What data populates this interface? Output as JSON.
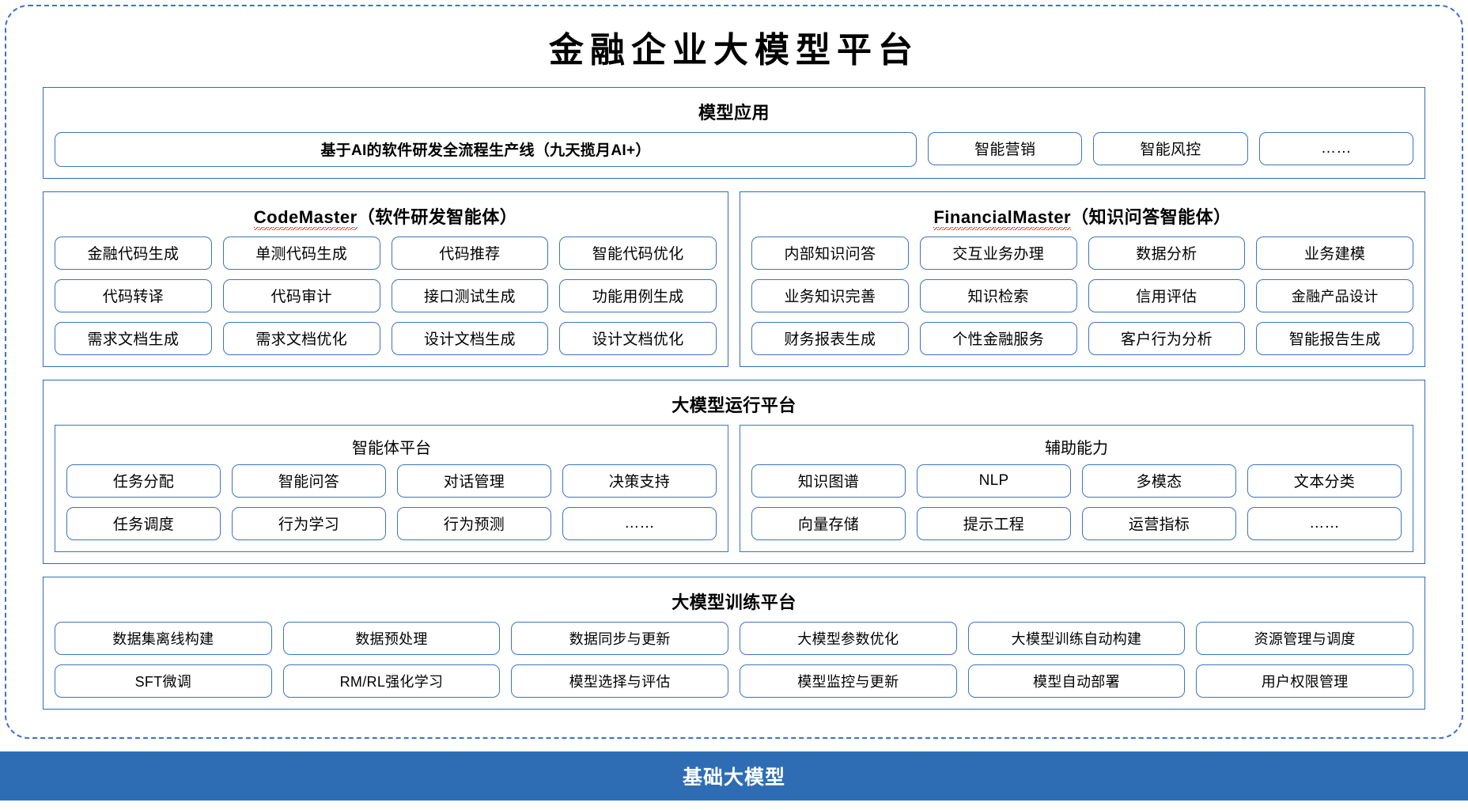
{
  "title": "金融企业大模型平台",
  "colors": {
    "frame_border": "#3b6fd4",
    "panel_border": "#2e6db4",
    "pill_border": "#3b74c4",
    "base_band": "#2e6db4",
    "spellcheck_underline": "#e02020",
    "text": "#000000",
    "base_band_text": "#ffffff"
  },
  "model_application": {
    "title": "模型应用",
    "banner": "基于AI的软件研发全流程生产线（九天揽月AI+）",
    "items": [
      "智能营销",
      "智能风控",
      "……"
    ]
  },
  "agents": [
    {
      "name": "CodeMaster",
      "suffix": "（软件研发智能体）",
      "spellcheck_underlined": true,
      "rows": [
        [
          "金融代码生成",
          "单测代码生成",
          "代码推荐",
          "智能代码优化"
        ],
        [
          "代码转译",
          "代码审计",
          "接口测试生成",
          "功能用例生成"
        ],
        [
          "需求文档生成",
          "需求文档优化",
          "设计文档生成",
          "设计文档优化"
        ]
      ]
    },
    {
      "name": "FinancialMaster",
      "suffix": "（知识问答智能体）",
      "spellcheck_underlined": true,
      "rows": [
        [
          "内部知识问答",
          "交互业务办理",
          "数据分析",
          "业务建模"
        ],
        [
          "业务知识完善",
          "知识检索",
          "信用评估",
          "金融产品设计"
        ],
        [
          "财务报表生成",
          "个性金融服务",
          "客户行为分析",
          "智能报告生成"
        ]
      ]
    }
  ],
  "runtime_platform": {
    "title": "大模型运行平台",
    "subpanels": [
      {
        "title": "智能体平台",
        "rows": [
          [
            "任务分配",
            "智能问答",
            "对话管理",
            "决策支持"
          ],
          [
            "任务调度",
            "行为学习",
            "行为预测",
            "……"
          ]
        ]
      },
      {
        "title": "辅助能力",
        "rows": [
          [
            "知识图谱",
            "NLP",
            "多模态",
            "文本分类"
          ],
          [
            "向量存储",
            "提示工程",
            "运营指标",
            "……"
          ]
        ]
      }
    ]
  },
  "training_platform": {
    "title": "大模型训练平台",
    "rows": [
      [
        "数据集离线构建",
        "数据预处理",
        "数据同步与更新",
        "大模型参数优化",
        "大模型训练自动构建",
        "资源管理与调度"
      ],
      [
        "SFT微调",
        "RM/RL强化学习",
        "模型选择与评估",
        "模型监控与更新",
        "模型自动部署",
        "用户权限管理"
      ]
    ]
  },
  "base_model": {
    "label": "基础大模型"
  }
}
